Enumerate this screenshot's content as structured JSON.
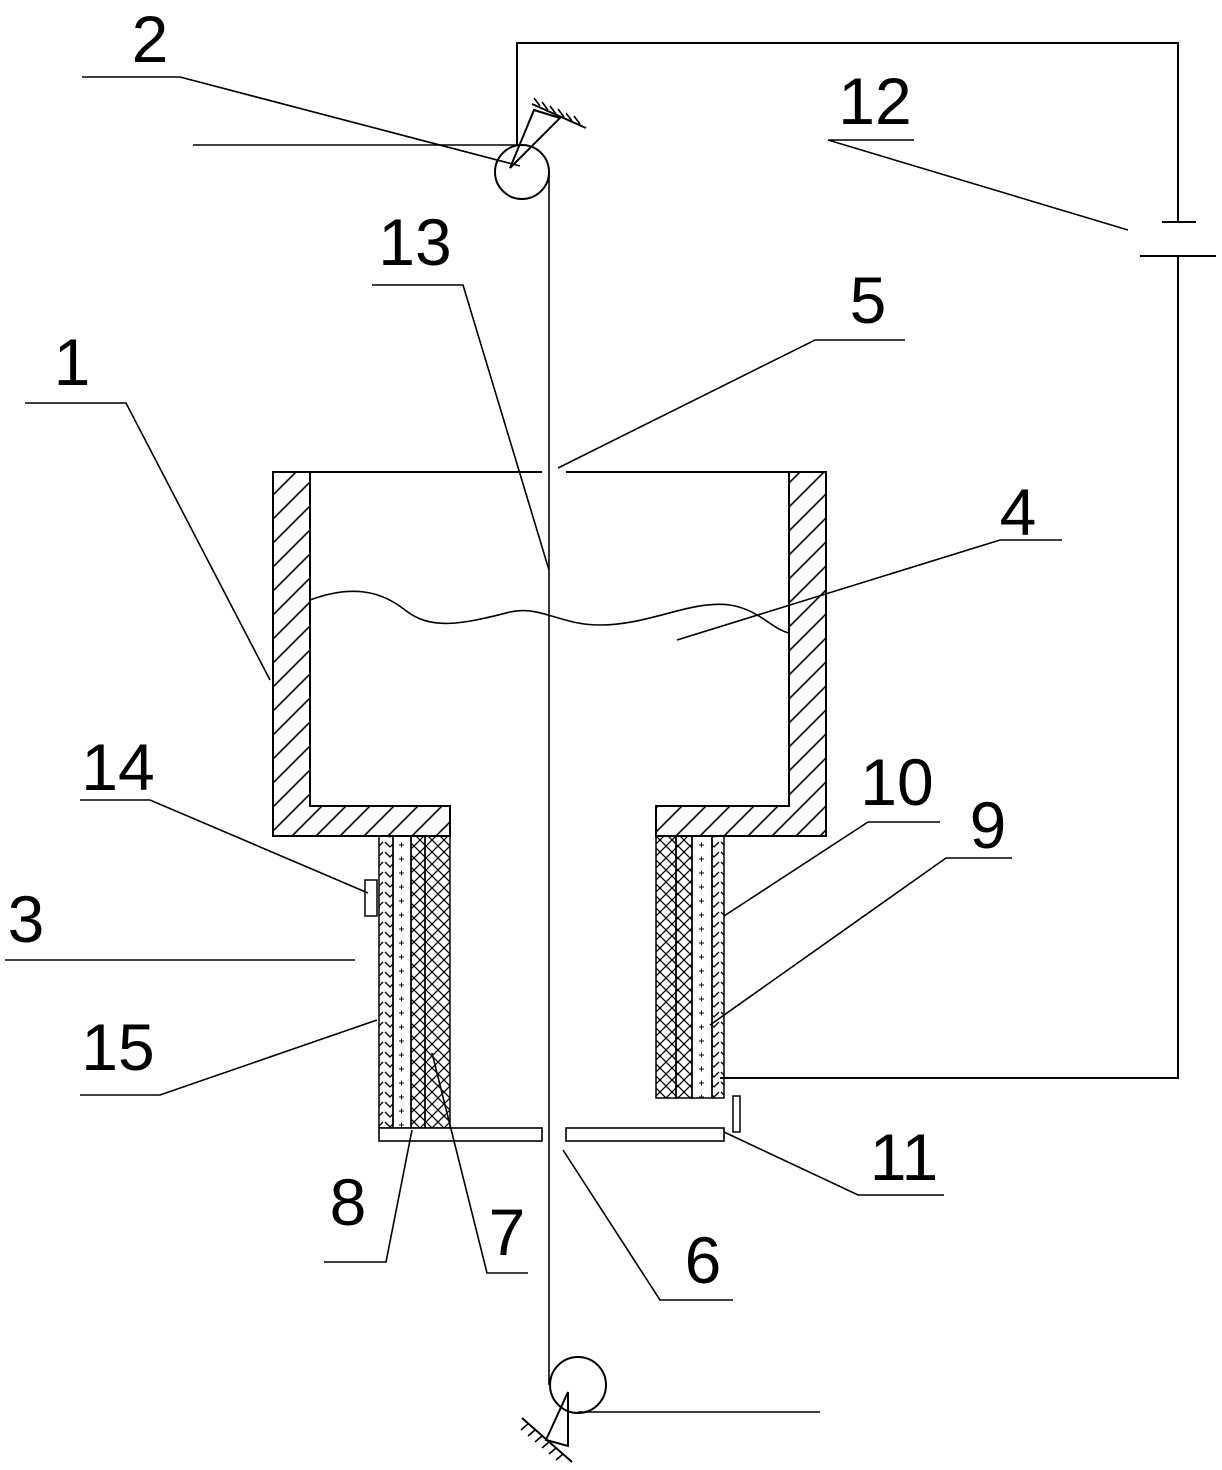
{
  "labels": {
    "l1": "1",
    "l2": "2",
    "l3": "3",
    "l4": "4",
    "l5": "5",
    "l6": "6",
    "l7": "7",
    "l8": "8",
    "l9": "9",
    "l10": "10",
    "l11": "11",
    "l12": "12",
    "l13": "13",
    "l14": "14",
    "l15": "15"
  },
  "colors": {
    "stroke": "#000000",
    "background": "#ffffff"
  }
}
